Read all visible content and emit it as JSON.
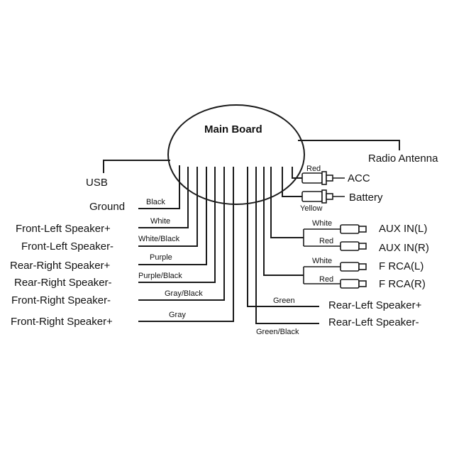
{
  "board": {
    "title": "Main Board"
  },
  "top": {
    "radio_antenna": "Radio Antenna",
    "usb": "USB"
  },
  "power": {
    "acc": "ACC",
    "battery": "Battery",
    "acc_wire": "Red",
    "battery_wire": "Yellow"
  },
  "left": {
    "ground": "Ground",
    "fl_plus": "Front-Left Speaker+",
    "fl_minus": "Front-Left Speaker-",
    "rr_plus": "Rear-Right Speaker+",
    "rr_minus": "Rear-Right Speaker-",
    "fr_minus": "Front-Right Speaker-",
    "fr_plus": "Front-Right Speaker+"
  },
  "left_wires": {
    "black": "Black",
    "white": "White",
    "white_black": "White/Black",
    "purple": "Purple",
    "purple_black": "Purple/Black",
    "gray_black": "Gray/Black",
    "gray": "Gray"
  },
  "aux": {
    "aux_l": "AUX IN(L)",
    "aux_r": "AUX IN(R)",
    "rca_l": "F RCA(L)",
    "rca_r": "F RCA(R)",
    "aux_white": "White",
    "aux_red": "Red",
    "rca_white": "White",
    "rca_red": "Red"
  },
  "right": {
    "rl_plus": "Rear-Left Speaker+",
    "rl_minus": "Rear-Left Speaker-",
    "green": "Green",
    "green_black": "Green/Black"
  }
}
